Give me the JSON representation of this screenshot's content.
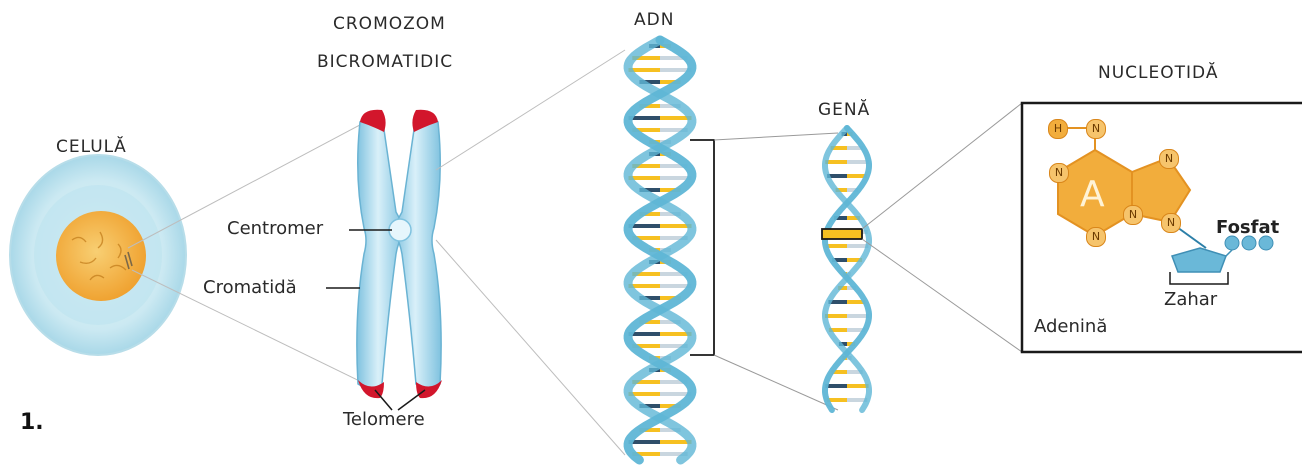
{
  "figure_number": "1.",
  "labels": {
    "cell": "CELULĂ",
    "chromosome_line1": "CROMOZOM",
    "chromosome_line2": "BICROMATIDIC",
    "dna": "ADN",
    "gene": "GENĂ",
    "nucleotide": "NUCLEOTIDĂ",
    "centromere": "Centromer",
    "chromatid": "Cromatidă",
    "telomeres": "Telomere",
    "adenine": "Adenină",
    "sugar": "Zahar",
    "phosphate": "Fosfat",
    "adenine_letter": "A",
    "nitrogen": "N",
    "hydrogen": "H"
  },
  "colors": {
    "cell_membrane": "#bfe4ef",
    "nucleus": "#f5b642",
    "chromosome": "#9fd3ea",
    "telomere": "#d2162c",
    "dna_strand": "#5fb6d6",
    "base_yellow": "#f6c021",
    "base_dark": "#2f4f6a",
    "adenine_ring": "#f2ad3c",
    "pentose": "#6ab8d8",
    "box_border": "#1a1a1a"
  }
}
